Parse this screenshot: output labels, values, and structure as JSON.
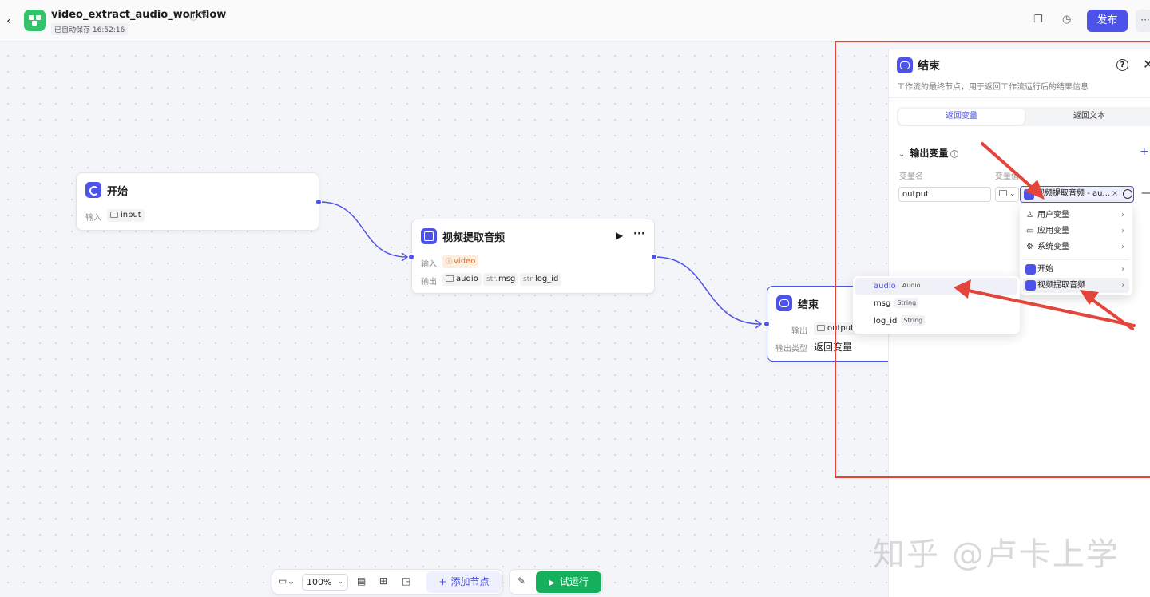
{
  "header": {
    "back_glyph": "‹",
    "title": "video_extract_audio_workflow",
    "autosave": "已自动保存 16:52:16",
    "publish": "发布",
    "more": "···"
  },
  "nodes": {
    "start": {
      "title": "开始",
      "input_label": "输入",
      "input": "input"
    },
    "extract": {
      "title": "视频提取音频",
      "input_label": "输入",
      "input": "video",
      "output_label": "输出",
      "outputs": [
        "audio",
        "msg",
        "log_id"
      ],
      "str_prefix": "str."
    },
    "end": {
      "title": "结束",
      "output_label": "输出",
      "output": "output",
      "output_type_label": "输出类型",
      "output_type": "返回变量"
    }
  },
  "panel": {
    "title": "结束",
    "desc": "工作流的最终节点，用于返回工作流运行后的结果信息",
    "tab_active": "返回变量",
    "tab_inactive": "返回文本",
    "section": "输出变量",
    "col_name": "变量名",
    "col_value": "变量值",
    "var_name": "output",
    "var_ref": "视频提取音频 - au..."
  },
  "dropdown": {
    "items": [
      "用户变量",
      "应用变量",
      "系统变量",
      "开始",
      "视频提取音频"
    ]
  },
  "submenu": {
    "items": [
      {
        "name": "audio",
        "type": "Audio"
      },
      {
        "name": "msg",
        "type": "String"
      },
      {
        "name": "log_id",
        "type": "String"
      }
    ]
  },
  "toolbar": {
    "zoom": "100%",
    "add_node": "添加节点",
    "run": "试运行"
  },
  "watermark": "知乎 @卢卡上学",
  "colors": {
    "accent": "#4d53e8",
    "run": "#16b05c",
    "annotation": "#e4453a"
  }
}
